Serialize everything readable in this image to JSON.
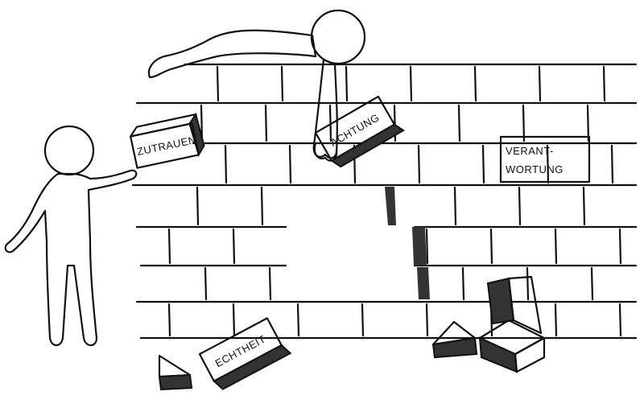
{
  "illustration": {
    "bricks": {
      "zutrauen": "ZUTRAUEN",
      "achtung": "ACHTUNG",
      "verantwortung_line1": "VERANT-",
      "verantwortung_line2": "WORTUNG",
      "echtheit": "ECHTHEIT"
    },
    "colors": {
      "ink": "#111111",
      "brick_shadow": "#3a3a3a",
      "background": "#ffffff"
    }
  }
}
